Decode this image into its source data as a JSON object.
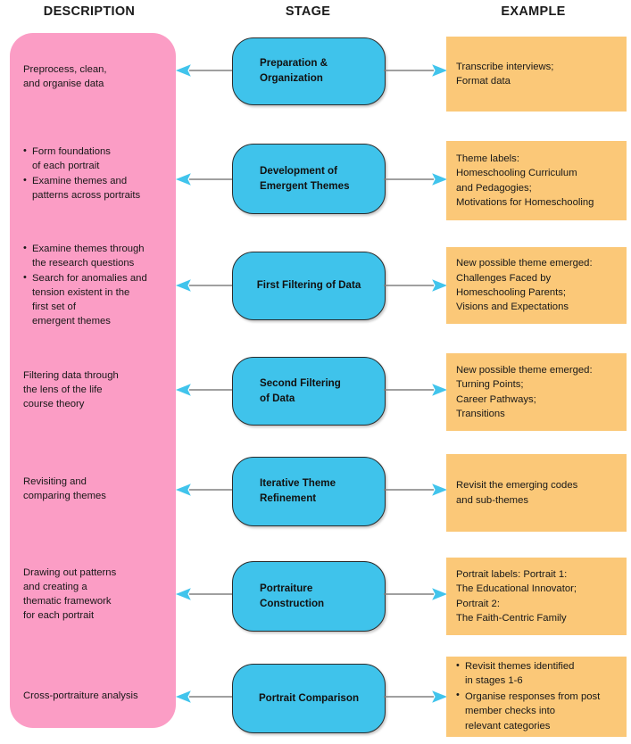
{
  "headers": {
    "description": "DESCRIPTION",
    "stage": "STAGE",
    "example": "EXAMPLE"
  },
  "colors": {
    "description_panel": "#fb9dc5",
    "stage_box": "#3fc3eb",
    "example_box": "#fbc878",
    "arrow_line": "#808080",
    "arrow_head": "#41c4ec",
    "stage_border": "#2b2b2b",
    "text": "#181818",
    "background": "#ffffff"
  },
  "arrows": {
    "left_icon": "arrow-left-icon",
    "right_icon": "arrow-right-icon"
  },
  "rows": [
    {
      "id": "preparation-organization",
      "description": {
        "type": "paragraph",
        "lines": [
          "Preprocess, clean,",
          "and organise data"
        ]
      },
      "stage": {
        "lines": [
          "Preparation &",
          "Organization"
        ]
      },
      "example": {
        "type": "paragraph",
        "lines": [
          "Transcribe interviews;",
          "Format data"
        ]
      }
    },
    {
      "id": "development-of-emergent-themes",
      "description": {
        "type": "bullets",
        "items": [
          [
            "Form foundations",
            "of each portrait"
          ],
          [
            "Examine themes and",
            "patterns across portraits"
          ]
        ]
      },
      "stage": {
        "lines": [
          "Development of",
          "Emergent Themes"
        ]
      },
      "example": {
        "type": "paragraph",
        "lines": [
          "Theme labels:",
          "Homeschooling Curriculum",
          "and Pedagogies;",
          "Motivations for Homeschooling"
        ]
      }
    },
    {
      "id": "first-filtering-of-data",
      "description": {
        "type": "bullets",
        "items": [
          [
            "Examine themes through",
            "the research questions"
          ],
          [
            "Search for anomalies and",
            "tension existent in the",
            "first set of",
            "emergent themes"
          ]
        ]
      },
      "stage": {
        "lines": [
          "First Filtering of Data"
        ]
      },
      "example": {
        "type": "paragraph",
        "lines": [
          "New possible theme emerged:",
          "Challenges Faced by",
          "Homeschooling Parents;",
          "Visions and Expectations"
        ]
      }
    },
    {
      "id": "second-filtering-of-data",
      "description": {
        "type": "paragraph",
        "lines": [
          "Filtering data through",
          "the lens of the life",
          "course theory"
        ]
      },
      "stage": {
        "lines": [
          "Second Filtering",
          "of Data"
        ]
      },
      "example": {
        "type": "paragraph",
        "lines": [
          "New possible theme emerged:",
          "Turning Points;",
          "Career Pathways;",
          "Transitions"
        ]
      }
    },
    {
      "id": "iterative-theme-refinement",
      "description": {
        "type": "paragraph",
        "lines": [
          "Revisiting and",
          "comparing themes"
        ]
      },
      "stage": {
        "lines": [
          "Iterative Theme",
          "Refinement"
        ]
      },
      "example": {
        "type": "paragraph",
        "lines": [
          "Revisit the emerging codes",
          "and sub-themes"
        ]
      }
    },
    {
      "id": "portraiture-construction",
      "description": {
        "type": "paragraph",
        "lines": [
          "Drawing out patterns",
          "and creating a",
          "thematic framework",
          "for each portrait"
        ]
      },
      "stage": {
        "lines": [
          "Portraiture",
          "Construction"
        ]
      },
      "example": {
        "type": "paragraph",
        "lines": [
          "Portrait labels: Portrait 1:",
          "The Educational Innovator;",
          "Portrait 2:",
          "The Faith-Centric Family"
        ]
      }
    },
    {
      "id": "portrait-comparison",
      "description": {
        "type": "paragraph",
        "lines": [
          "Cross-portraiture analysis"
        ]
      },
      "stage": {
        "lines": [
          "Portrait Comparison"
        ]
      },
      "example": {
        "type": "bullets",
        "items": [
          [
            "Revisit themes identified",
            "in stages 1-6"
          ],
          [
            "Organise responses from post",
            "member checks into",
            "relevant categories"
          ]
        ]
      }
    }
  ]
}
